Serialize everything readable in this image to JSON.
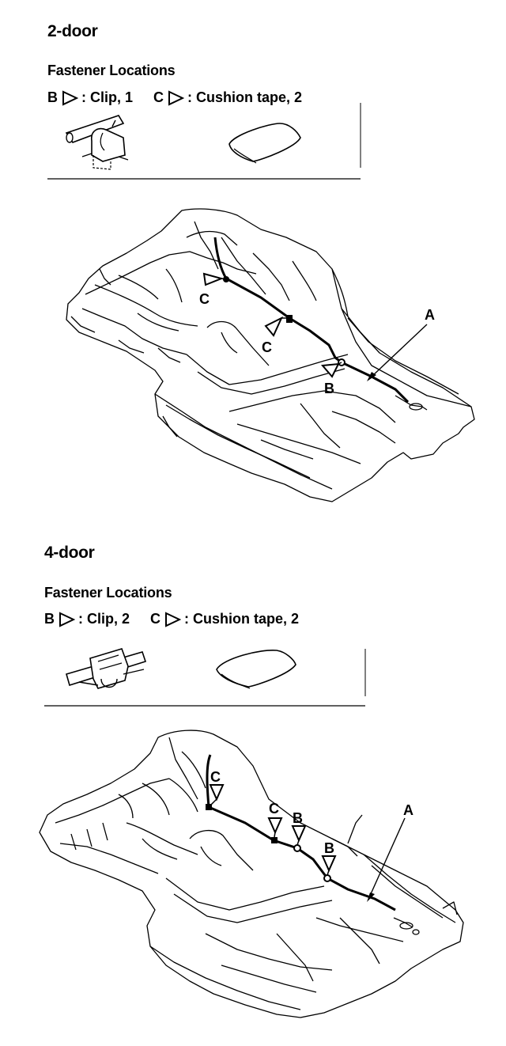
{
  "two_door": {
    "title": "2-door",
    "subtitle": "Fastener Locations",
    "legend_b_letter": "B",
    "legend_b_text": ": Clip, 1",
    "legend_c_letter": "C",
    "legend_c_text": ": Cushion tape, 2",
    "callouts": {
      "a": "A",
      "b": "B",
      "c1": "C",
      "c2": "C"
    }
  },
  "four_door": {
    "title": "4-door",
    "subtitle": "Fastener Locations",
    "legend_b_letter": "B",
    "legend_b_text": ": Clip, 2",
    "legend_c_letter": "C",
    "legend_c_text": ": Cushion tape, 2",
    "callouts": {
      "a": "A",
      "b1": "B",
      "b2": "B",
      "c1": "C",
      "c2": "C"
    }
  },
  "icons": [
    "clip-icon",
    "cushion-tape-icon",
    "fastener-triangle-icon"
  ],
  "colors": {
    "ink": "#000000",
    "paper": "#ffffff"
  }
}
